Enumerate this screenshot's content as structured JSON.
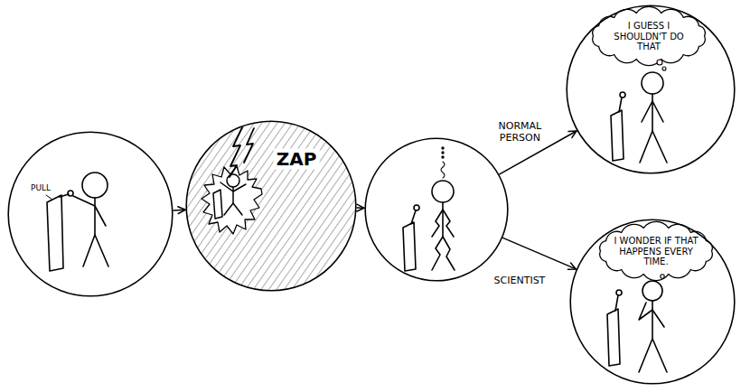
{
  "diagram": {
    "nodes": [
      {
        "text": [
          "PULL"
        ]
      },
      {
        "text": [
          "ZAP"
        ]
      },
      {
        "text": []
      },
      {
        "text": [
          "I GUESS I SHOULDN'T DO THAT"
        ]
      },
      {
        "text": [
          "I WONDER IF THAT HAPPENS EVERY TIME."
        ]
      }
    ],
    "edges": [
      {
        "from": 0,
        "to": 1,
        "arrow": "to"
      },
      {
        "from": 1,
        "to": 2,
        "arrow": "to"
      },
      {
        "from": 2,
        "to": 3,
        "label": "NORMAL PERSON",
        "arrow": "to"
      },
      {
        "from": 2,
        "to": 4,
        "label": "SCIENTIST",
        "arrow": "to"
      }
    ]
  }
}
